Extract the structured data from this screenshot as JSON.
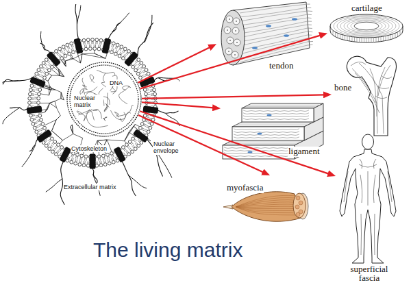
{
  "diagram": {
    "title": "The living matrix",
    "nodes": [
      {
        "text": [
          "Cytoskeleton"
        ]
      },
      {
        "text": [
          "DNA",
          "Nuclear matrix"
        ],
        "in": 0
      },
      {
        "text": [
          "tendon"
        ]
      },
      {
        "text": [
          "cartilage"
        ]
      },
      {
        "text": [
          "bone"
        ]
      },
      {
        "text": [
          "ligament"
        ]
      },
      {
        "text": [
          "myofascia"
        ]
      },
      {
        "text": [
          "superficial fascia"
        ]
      }
    ],
    "edges": [
      {
        "from": 1,
        "to": 2,
        "arrow": "to"
      },
      {
        "from": 1,
        "to": 3,
        "arrow": "to"
      },
      {
        "from": 1,
        "to": 4,
        "arrow": "to"
      },
      {
        "from": 1,
        "to": 5,
        "arrow": "to"
      },
      {
        "from": 1,
        "to": 6,
        "arrow": "to"
      },
      {
        "from": 1,
        "to": 7,
        "arrow": "to"
      }
    ],
    "labels": [
      "Nuclear envelope",
      "Extracellular matrix"
    ]
  }
}
